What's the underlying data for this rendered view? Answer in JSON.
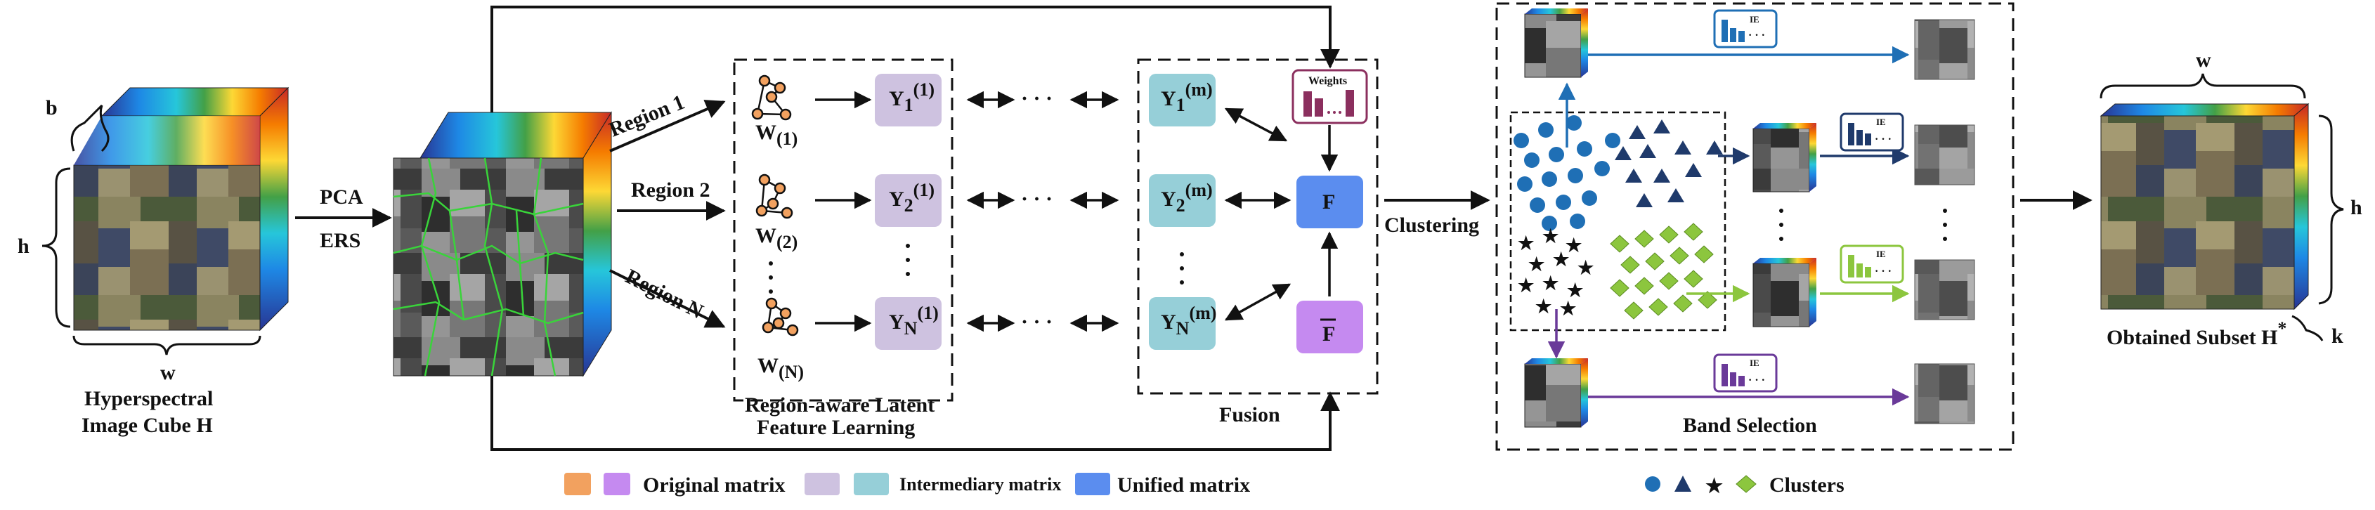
{
  "colors": {
    "original_orange": "#F2A15F",
    "original_purple": "#C58AF0",
    "lavender": "#CEC2E0",
    "intermediary": "#96CFD8",
    "unified": "#5B8DEF",
    "cluster_blue": "#1F6FB5",
    "cluster_navy": "#1F3A6B",
    "cluster_purple": "#6A3A99",
    "cluster_green": "#8CC63E",
    "weights_maroon": "#8B2F5E",
    "arrow": "#111111"
  },
  "input": {
    "dim_b": "b",
    "dim_h": "h",
    "dim_w": "w",
    "title_line1": "Hyperspectral",
    "title_line2": "Image Cube  H"
  },
  "segmentation": {
    "pca": "PCA",
    "ers": "ERS"
  },
  "regions": {
    "region1": "Region 1",
    "region2": "Region 2",
    "regionN": "Region N",
    "w1_base": "W",
    "w1_sub": "(1)",
    "w2_base": "W",
    "w2_sub": "(2)",
    "wN_base": "W",
    "wN_sub": "(N)",
    "caption_line1": "Region-aware Latent",
    "caption_line2": "Feature Learning"
  },
  "matrices": {
    "y1_1": {
      "base": "Y",
      "sub": "1",
      "sup": "(1)"
    },
    "y2_1": {
      "base": "Y",
      "sub": "2",
      "sup": "(1)"
    },
    "yN_1": {
      "base": "Y",
      "sub": "N",
      "sup": "(1)"
    },
    "y1_m": {
      "base": "Y",
      "sub": "1",
      "sup": "(m)"
    },
    "y2_m": {
      "base": "Y",
      "sub": "2",
      "sup": "(m)"
    },
    "yN_m": {
      "base": "Y",
      "sub": "N",
      "sup": "(m)"
    },
    "ellipsis_h": "· · ·",
    "dots_v": "·"
  },
  "fusion": {
    "weights": "Weights",
    "f": "F",
    "f_bar": "F",
    "caption": "Fusion"
  },
  "clustering": {
    "label": "Clustering"
  },
  "band_selection": {
    "ie": "IE",
    "caption": "Band Selection"
  },
  "output": {
    "dim_w": "w",
    "dim_h": "h",
    "dim_k": "k",
    "caption": "Obtained Subset H",
    "caption_sup": "*"
  },
  "legend": {
    "original": "Original matrix",
    "intermediary": "Intermediary matrix",
    "unified": "Unified matrix",
    "clusters": "Clusters"
  }
}
